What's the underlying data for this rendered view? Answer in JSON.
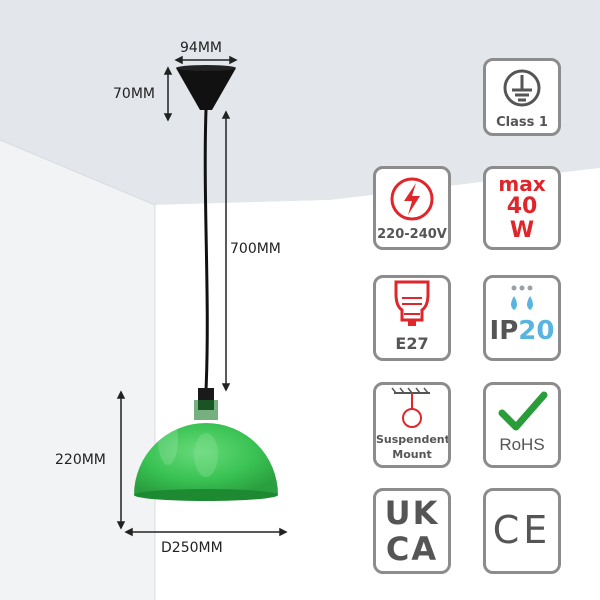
{
  "dimensions": {
    "canopy_width": "94MM",
    "canopy_height": "70MM",
    "cable_length": "700MM",
    "shade_height": "220MM",
    "shade_diameter": "D250MM"
  },
  "badges": {
    "class1": {
      "icon": "earth-ground-icon",
      "label": "Class 1"
    },
    "voltage": {
      "icon": "lightning-bolt-icon",
      "label": "220-240V"
    },
    "wattage": {
      "line1": "max",
      "line2": "40",
      "line3": "W"
    },
    "bulb_base": {
      "icon": "e27-socket-icon",
      "label": "E27"
    },
    "ip_rating": {
      "icon": "water-drops-icon",
      "prefix": "IP",
      "suffix": "20"
    },
    "mount": {
      "icon": "pendant-mount-icon",
      "line1": "Suspendent",
      "line2": "Mount"
    },
    "rohs": {
      "icon": "checkmark-icon",
      "label": "RoHS"
    },
    "ukca": {
      "line1": "UK",
      "line2": "CA"
    },
    "ce": {
      "label": "CE"
    }
  },
  "colors": {
    "shade_green": "#2fbf4a",
    "accent_red": "#e0262b",
    "badge_grey": "#8c8c8c",
    "ceiling": "#e3e6ea",
    "check_green": "#2a9d3a",
    "drop_blue": "#5ab4e0"
  }
}
